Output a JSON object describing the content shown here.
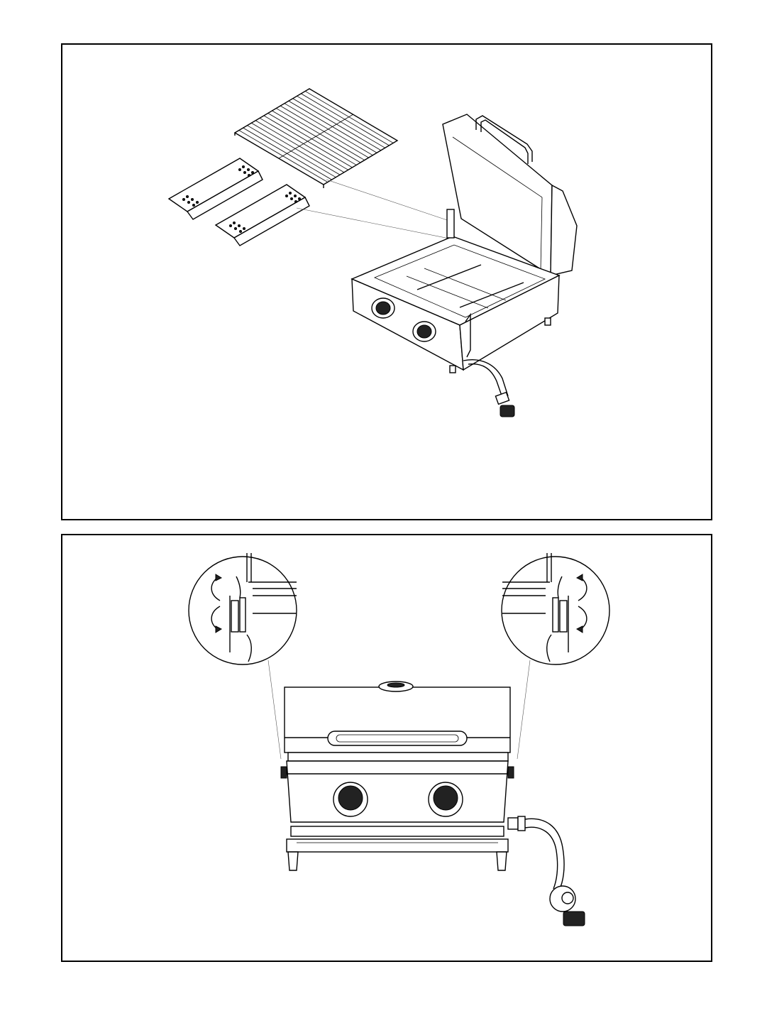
{
  "figures": [
    {
      "id": "exploded-assembly",
      "parts": [
        "cooking-grate",
        "heat-tent-left",
        "heat-tent-right",
        "grill-body",
        "lid",
        "control-knob-left",
        "control-knob-right",
        "regulator-hose"
      ]
    },
    {
      "id": "front-view-lid-hinge",
      "parts": [
        "lid-front",
        "thermometer",
        "lid-handle",
        "burner-knob-left",
        "burner-knob-right",
        "grease-tray",
        "regulator-hose",
        "hinge-detail-left",
        "hinge-detail-right"
      ]
    }
  ],
  "icons": {
    "rotate_arrow": "curved-double-arrow-icon",
    "magnify": "detail-circle-icon"
  },
  "colors": {
    "line": "#000000",
    "background": "#ffffff"
  }
}
